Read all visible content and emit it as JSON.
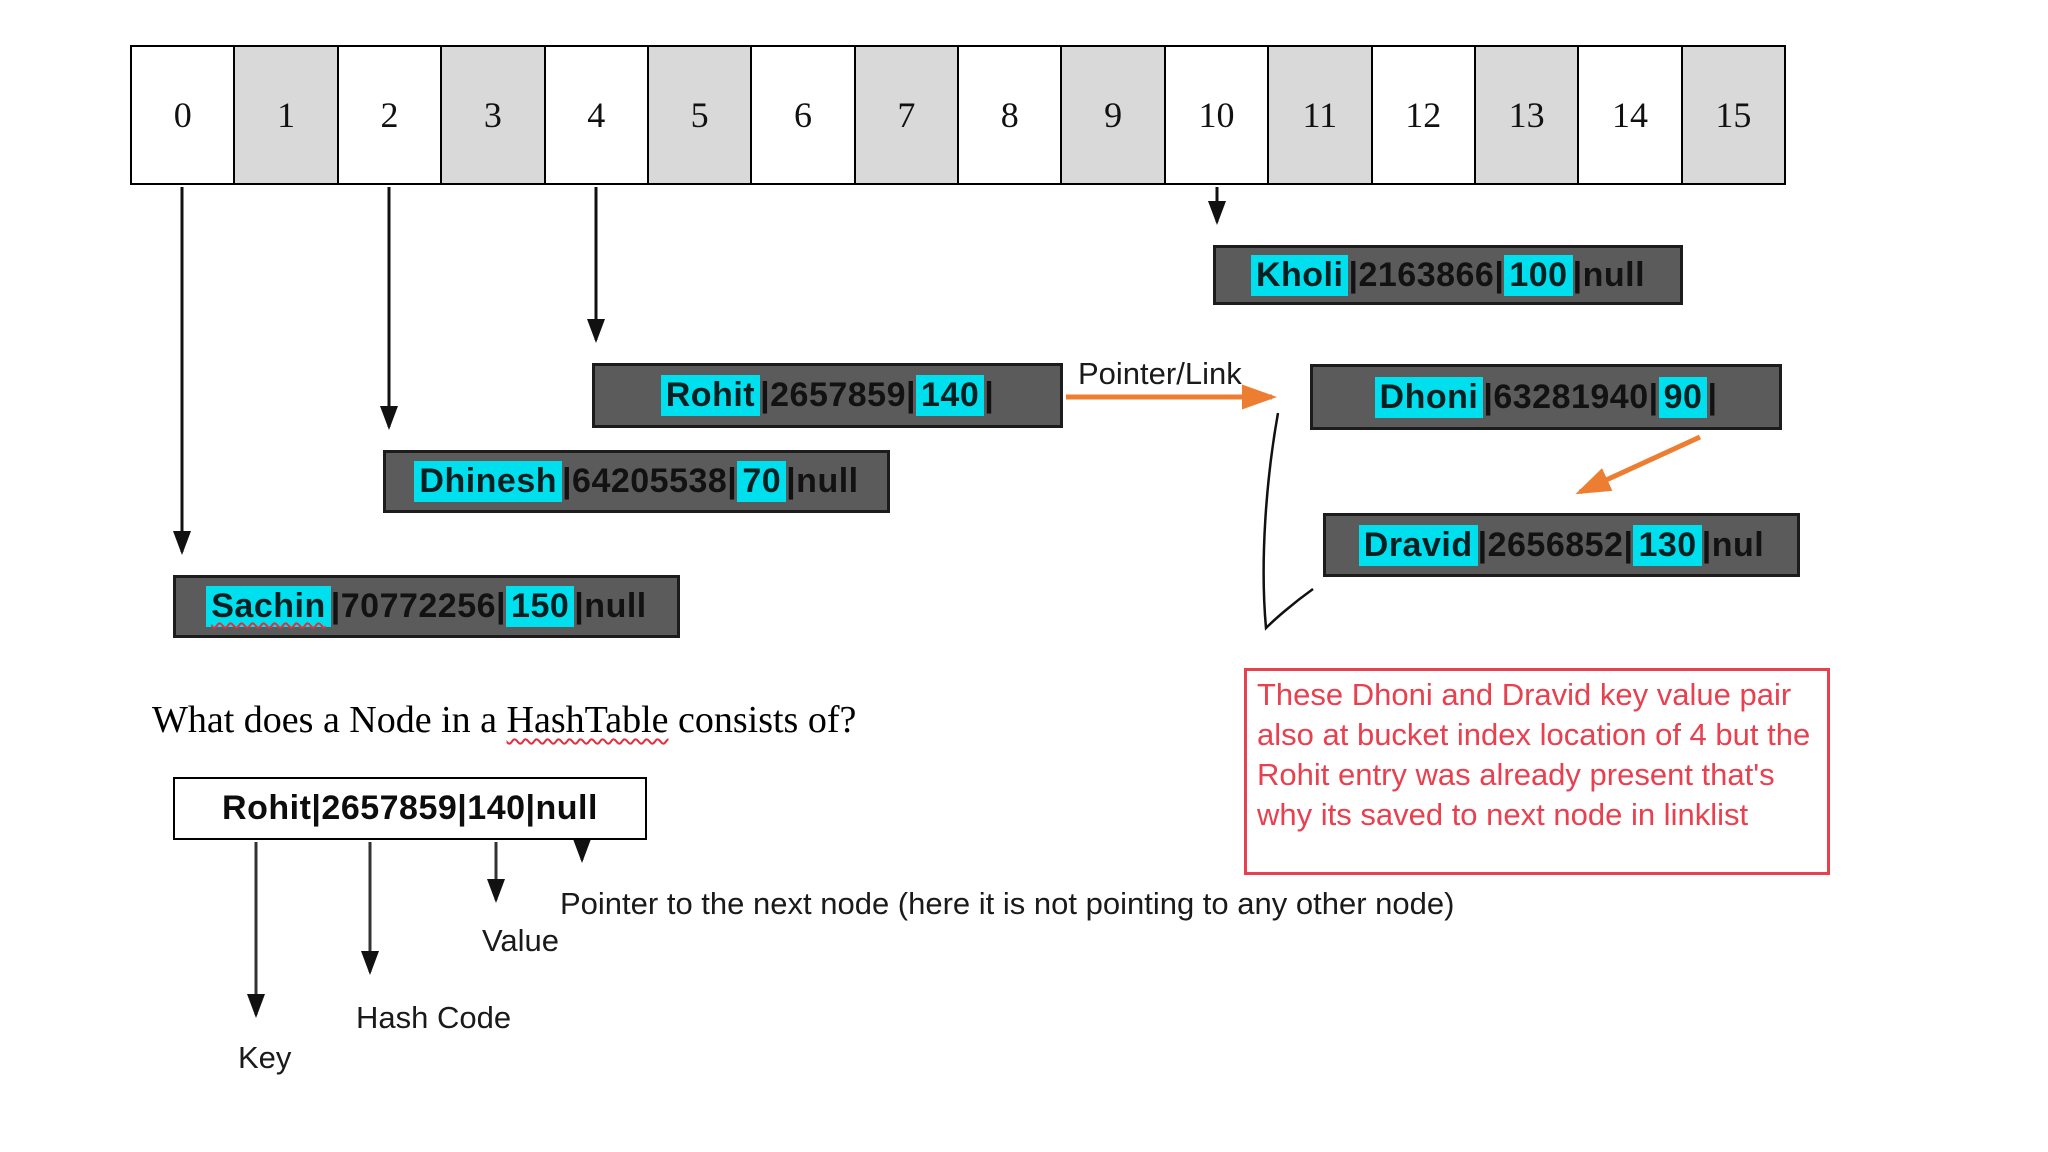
{
  "array": {
    "cells": [
      "0",
      "1",
      "2",
      "3",
      "4",
      "5",
      "6",
      "7",
      "8",
      "9",
      "10",
      "11",
      "12",
      "13",
      "14",
      "15"
    ]
  },
  "nodes": {
    "kholi": {
      "key": "Kholi",
      "hash": "|2163866|",
      "value": "100",
      "tail": "|null"
    },
    "rohit": {
      "key": "Rohit",
      "hash": "|2657859|",
      "value": "140",
      "tail": "|"
    },
    "dhoni": {
      "key": "Dhoni",
      "hash": "|63281940|",
      "value": "90",
      "tail": "|"
    },
    "dhinesh": {
      "key": "Dhinesh",
      "hash": "|64205538|",
      "value": "70",
      "tail": "|null"
    },
    "sachin": {
      "key": "Sachin",
      "hash": "|70772256|",
      "value": "150",
      "tail": "|null"
    },
    "dravid": {
      "key": "Dravid",
      "hash": "|2656852|",
      "value": "130",
      "tail": "|nul"
    }
  },
  "labels": {
    "pointer_link": "Pointer/Link",
    "key": "Key",
    "hash_code": "Hash Code",
    "value": "Value",
    "pointer_next": "Pointer to the next node (here it is not pointing to any other node)"
  },
  "question": {
    "prefix": "What does a Node in a ",
    "underlined_word": "HashTable",
    "suffix": " consists of?"
  },
  "example_node": {
    "text": "Rohit|2657859|140|null"
  },
  "note": {
    "text": "These Dhoni and Dravid key value pair also at bucket index location of 4 but the Rohit entry was already present that's why its saved to next node in linklist"
  },
  "colors": {
    "node_bg": "#5b5b5b",
    "cell_gray": "#d9d9d9",
    "highlight_cyan": "#00dfee",
    "arrow_orange": "#ed7d31",
    "note_red": "#e8404f"
  }
}
